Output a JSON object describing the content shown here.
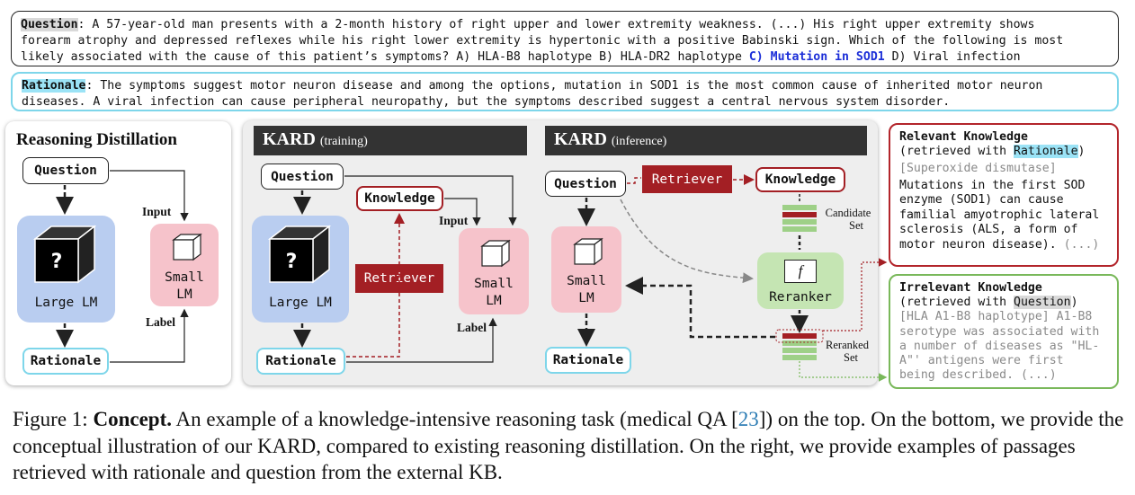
{
  "question": {
    "tag": "Question",
    "text_a": ": A 57-year-old man presents with a 2-month history of right upper and lower extremity weakness. (...) His right upper extremity shows\nforearm atrophy and depressed reflexes while his right lower extremity is hypertonic with a positive Babinski sign. Which of the following is most\nlikely associated with the cause of this patient’s symptoms? A) HLA-B8 haplotype B) HLA-DR2 haplotype ",
    "answer": "C) Mutation in SOD1",
    "text_b": " D) Viral infection"
  },
  "rationale": {
    "tag": "Rationale",
    "text": ": The symptoms suggest motor neuron disease and among the options, mutation in SOD1 is the most common cause of inherited motor neuron\ndiseases. A viral infection can cause peripheral neuropathy, but the symptoms described suggest a central nervous system disorder."
  },
  "reasoning_distillation": {
    "title": "Reasoning Distillation",
    "question": "Question",
    "large_lm": "Large LM",
    "small_lm_1": "Small",
    "small_lm_2": "LM",
    "rationale": "Rationale",
    "input_label": "Input",
    "label_label": "Label",
    "qmark": "?"
  },
  "kard_training": {
    "title": "KARD",
    "subtitle": "(training)",
    "question": "Question",
    "knowledge": "Knowledge",
    "retriever": "Retriever",
    "large_lm": "Large LM",
    "small_lm_1": "Small",
    "small_lm_2": "LM",
    "rationale": "Rationale",
    "input_label": "Input",
    "label_label": "Label",
    "qmark": "?"
  },
  "kard_inference": {
    "title": "KARD",
    "subtitle": "(inference)",
    "question": "Question",
    "retriever": "Retriever",
    "knowledge": "Knowledge",
    "small_lm_1": "Small",
    "small_lm_2": "LM",
    "rationale": "Rationale",
    "reranker": "Reranker",
    "f_symbol": "f",
    "candidate_1": "Candidate",
    "candidate_2": "Set",
    "reranked_1": "Reranked",
    "reranked_2": "Set"
  },
  "relevant_card": {
    "title": "Relevant Knowledge",
    "sub_a": "(retrieved with ",
    "sub_hl": "Rationale",
    "sub_b": ")",
    "doc_title": "[Superoxide dismutase]",
    "body": "Mutations in the first SOD\nenzyme (SOD1) can cause\nfamilial amyotrophic lateral\nsclerosis (ALS, a form of\nmotor neuron disease). ",
    "ellipsis": "(...)"
  },
  "irrelevant_card": {
    "title": "Irrelevant Knowledge",
    "sub_a": "(retrieved with ",
    "sub_hl": "Question",
    "sub_b": ")",
    "body": "[HLA A1-B8 haplotype] A1-B8\nserotype was associated with\na number of diseases as \"HL-\nA\"' antigens were first\nbeing described. (...)"
  },
  "caption": {
    "fig": "Figure 1: ",
    "bold": "Concept.",
    "t1": " An example of a knowledge-intensive reasoning task (medical QA [",
    "cite": "23",
    "t2": "]) on the top. On the bottom, we provide the conceptual illustration of our KARD, compared to existing reasoning distillation. On the right, we provide examples of passages retrieved with rationale and question from the external KB."
  },
  "colors": {
    "cyan": "#7ed6ea",
    "red": "#a31f24",
    "large_lm": "#b9cdf0",
    "small_lm": "#f6c3cb",
    "reranker": "#c5e5b3",
    "green_border": "#79b85a"
  }
}
